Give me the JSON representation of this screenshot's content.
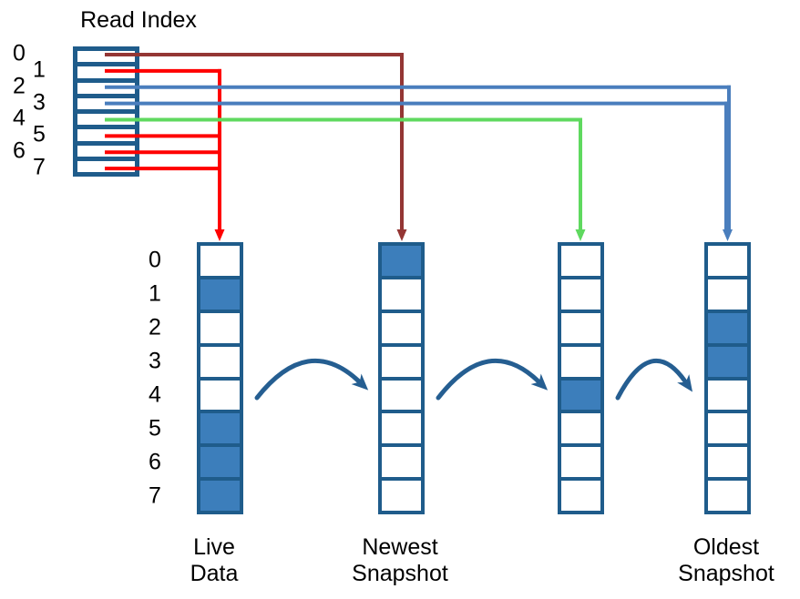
{
  "colors": {
    "box_border": "#1F5C8B",
    "cell_fill": "#3C7EBB",
    "red": "#FF0000",
    "dark_red": "#943634",
    "blue": "#4A7EBD",
    "green": "#5FD95F",
    "flow_arrow": "#255E91",
    "text": "#000000"
  },
  "read_index": {
    "title": "Read Index",
    "row_labels": [
      "0",
      "1",
      "2",
      "3",
      "4",
      "5",
      "6",
      "7"
    ],
    "connections": [
      {
        "row": 0,
        "color": "dark_red",
        "target": "newest-snapshot"
      },
      {
        "row": 1,
        "color": "red",
        "target": "live-data"
      },
      {
        "row": 2,
        "color": "blue",
        "target": "oldest-snapshot"
      },
      {
        "row": 3,
        "color": "blue",
        "target": "oldest-snapshot"
      },
      {
        "row": 4,
        "color": "green",
        "target": "middle-snapshot"
      },
      {
        "row": 5,
        "color": "red",
        "target": "live-data"
      },
      {
        "row": 6,
        "color": "red",
        "target": "live-data"
      },
      {
        "row": 7,
        "color": "red",
        "target": "live-data"
      }
    ]
  },
  "buffers": {
    "row_labels": [
      "0",
      "1",
      "2",
      "3",
      "4",
      "5",
      "6",
      "7"
    ],
    "columns": [
      {
        "id": "live-data",
        "label": "Live\nData",
        "filled_rows": [
          1,
          5,
          6,
          7
        ]
      },
      {
        "id": "newest-snapshot",
        "label": "Newest\nSnapshot",
        "filled_rows": [
          0
        ]
      },
      {
        "id": "middle-snapshot",
        "label": "",
        "filled_rows": [
          4
        ]
      },
      {
        "id": "oldest-snapshot",
        "label": "Oldest\nSnapshot",
        "filled_rows": [
          2,
          3
        ]
      }
    ],
    "flow_arrows": [
      {
        "from": "live-data",
        "to": "newest-snapshot"
      },
      {
        "from": "newest-snapshot",
        "to": "middle-snapshot"
      },
      {
        "from": "middle-snapshot",
        "to": "oldest-snapshot"
      }
    ]
  }
}
